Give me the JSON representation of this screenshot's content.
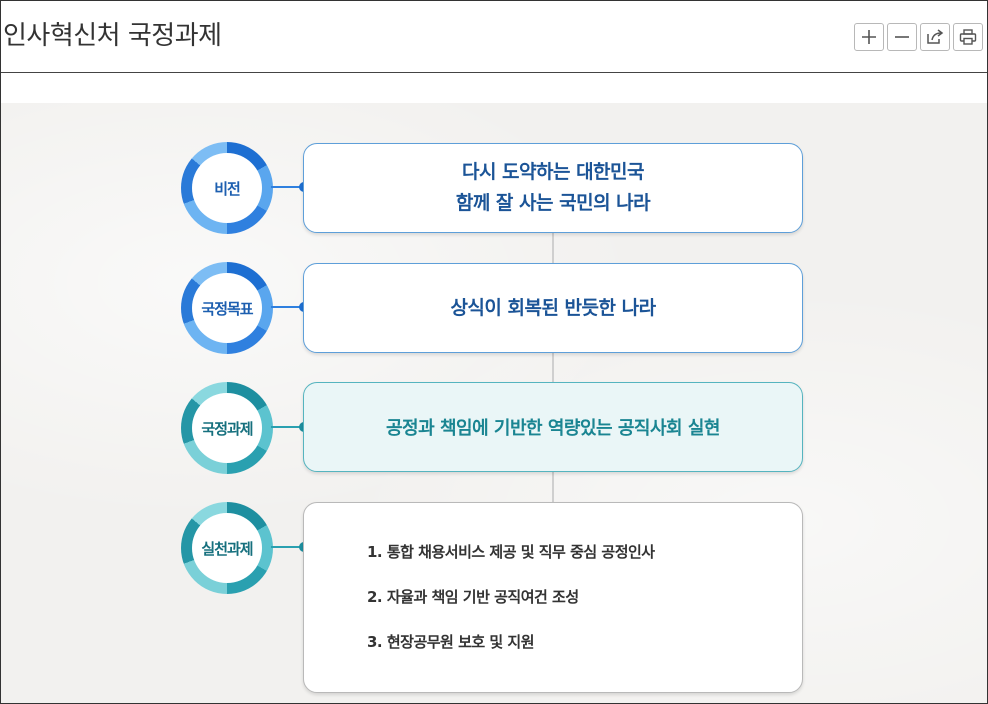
{
  "header": {
    "title": "인사혁신처 국정과제",
    "tools": [
      {
        "name": "zoom-in",
        "icon": "plus-icon"
      },
      {
        "name": "zoom-out",
        "icon": "minus-icon"
      },
      {
        "name": "share",
        "icon": "share-icon"
      },
      {
        "name": "print",
        "icon": "print-icon"
      }
    ]
  },
  "diagram": {
    "vision": {
      "label": "비전",
      "text_line1": "다시 도약하는 대한민국",
      "text_line2": "함께 잘 사는 국민의 나라"
    },
    "national_goal": {
      "label": "국정목표",
      "text": "상식이 회복된 반듯한 나라"
    },
    "national_task": {
      "label": "국정과제",
      "text": "공정과 책임에 기반한 역량있는 공직사회 실현"
    },
    "action_tasks": {
      "label": "실천과제",
      "items": [
        "1. 통합 채용서비스 제공 및 직무 중심 공정인사",
        "2. 자율과 책임 기반 공직여건 조성",
        "3. 현장공무원 보호 및 지원"
      ]
    }
  },
  "colors": {
    "blue_accent": "#1e6fd2",
    "teal_accent": "#1e8fa0",
    "blue_text": "#1b5497",
    "teal_text": "#1a8592"
  }
}
